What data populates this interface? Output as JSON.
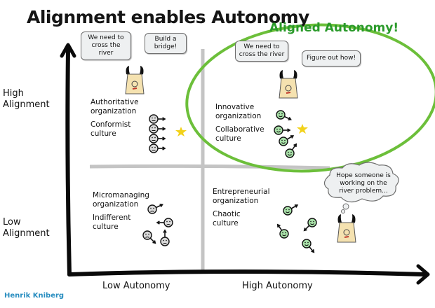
{
  "title": "Alignment enables Autonomy",
  "highlight_label": "Aligned Autonomy!",
  "y_axis": {
    "high": [
      "High",
      "Alignment"
    ],
    "low": [
      "Low",
      "Alignment"
    ]
  },
  "x_axis": {
    "low": "Low Autonomy",
    "high": "High Autonomy"
  },
  "quadrants": {
    "high_alignment_low_autonomy": {
      "org": [
        "Authoritative",
        "organization"
      ],
      "culture": [
        "Conformist",
        "culture"
      ],
      "bubble_left": [
        "We need to",
        "cross the river"
      ],
      "bubble_right": [
        "Build a",
        "bridge!"
      ],
      "team_mood": "neutral",
      "team_color": "#d9d9d9"
    },
    "high_alignment_high_autonomy": {
      "org": [
        "Innovative",
        "organization"
      ],
      "culture": [
        "Collaborative",
        "culture"
      ],
      "bubble_left": [
        "We need to",
        "cross the river"
      ],
      "bubble_right": [
        "Figure out how!"
      ],
      "team_mood": "happy",
      "team_color": "#a8e0a8"
    },
    "low_alignment_low_autonomy": {
      "org": [
        "Micromanaging",
        "organization"
      ],
      "culture": [
        "Indifferent",
        "culture"
      ],
      "team_mood": "sad",
      "team_color": "#d9d9d9"
    },
    "low_alignment_high_autonomy": {
      "org": [
        "Entrepreneurial",
        "organization"
      ],
      "culture": [
        "Chaotic",
        "culture"
      ],
      "thought_bubble": [
        "Hope someone is",
        "working on the",
        "river problem..."
      ],
      "team_mood": "happy",
      "team_color": "#a8e0a8"
    }
  },
  "colors": {
    "highlight_green": "#6cbf3a",
    "title_green": "#2a9a2a",
    "star_yellow": "#f2d21b",
    "boss_skin": "#f5e2b0",
    "credit_blue": "#2a8ec0",
    "divider_gray": "#c4c4c4"
  },
  "credit": "Henrik Kniberg"
}
